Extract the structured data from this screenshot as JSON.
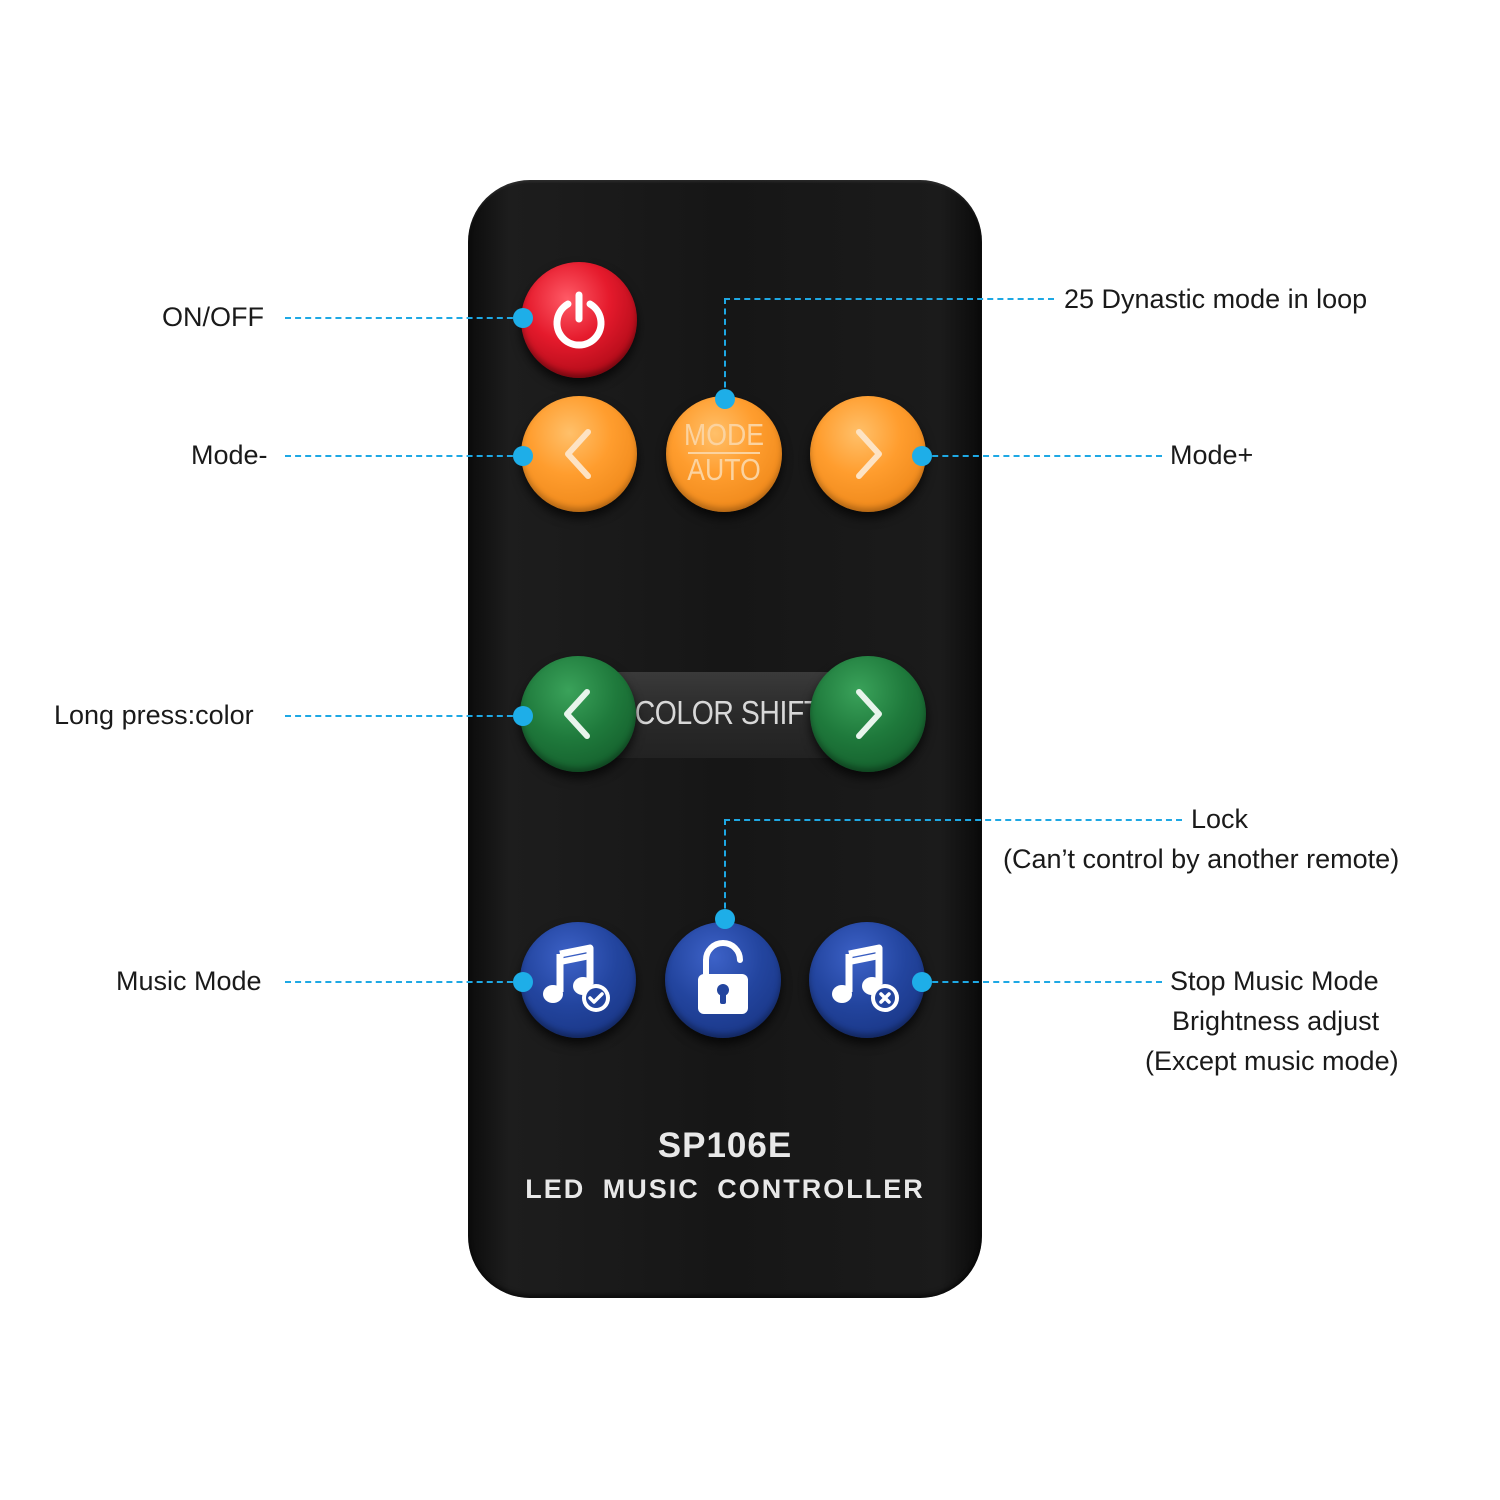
{
  "remote": {
    "mode_line1": "MODE",
    "mode_line2": "AUTO",
    "color_shift": "COLOR SHIFT",
    "model": "SP106E",
    "subtitle": "LED MUSIC CONTROLLER"
  },
  "labels": {
    "on_off": "ON/OFF",
    "mode_minus": "Mode-",
    "dynamic_mode": "25 Dynastic mode in loop",
    "mode_plus": "Mode+",
    "long_press": "Long press:color",
    "lock_line1": "Lock",
    "lock_line2": "(Can’t control by another remote)",
    "music_mode": "Music Mode",
    "stop_line1": "Stop Music Mode",
    "stop_line2": "Brightness adjust",
    "stop_line3": "(Except music mode)"
  },
  "colors": {
    "callout": "#1eaee8",
    "power": "#e51a2c",
    "mode": "#ff9d2e",
    "color_shift": "#1f7a3c",
    "music": "#23459f"
  },
  "icons": [
    "power-icon",
    "chevron-left-icon",
    "chevron-right-icon",
    "music-note-check-icon",
    "lock-icon",
    "music-note-cancel-icon"
  ]
}
